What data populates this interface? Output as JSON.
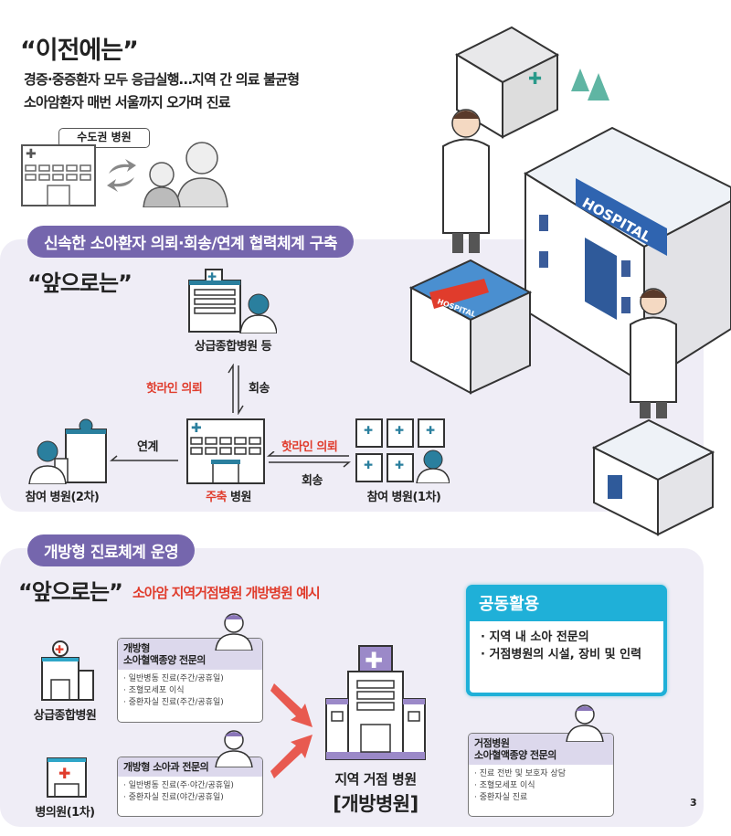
{
  "before": {
    "title": "“이전에는”",
    "line1": "경증·중증환자 모두 응급실행…지역 간 의료 불균형",
    "line2": "소아암환자 매번 서울까지 오가며 진료",
    "bubble": "수도권 병원"
  },
  "section1": {
    "pill": "신속한 소아환자 의뢰·회송/연계 협력체계 구축",
    "title": "“앞으로는”",
    "top_label": "상급종합병원 등",
    "hotline": "핫라인 의뢰",
    "return": "회송",
    "link": "연계",
    "left_label": "참여 병원(2차)",
    "center_label_red": "주축",
    "center_label_rest": " 병원",
    "right_label": "참여 병원(1차)",
    "hospital_sign": "HOSPITAL"
  },
  "section2": {
    "pill": "개방형 진료체계 운영",
    "title": "“앞으로는”",
    "subtitle": "소아암 지역거점병원 개방병원 예시",
    "left_top_label": "상급종합병원",
    "left_bottom_label": "병의원(1차)",
    "card1": {
      "title1": "개방형",
      "title2": "소아혈액종양 전문의",
      "items": [
        "일반병동 진료(주간/공휴일)",
        "조혈모세포 이식",
        "중환자실 진료(주간/공휴일)"
      ]
    },
    "card2": {
      "title1": "개방형 소아과 전문의",
      "items": [
        "일반병동 진료(주·야간/공휴일)",
        "중환자실 진료(야간/공휴일)"
      ]
    },
    "center_label1": "지역 거점 병원",
    "center_label2": "[개방병원]",
    "share": {
      "title": "공동활용",
      "items": [
        "지역 내 소아 전문의",
        "거점병원의 시설, 장비 및 인력"
      ]
    },
    "card3": {
      "title1": "거점병원",
      "title2": "소아혈액종양 전문의",
      "items": [
        "진료 전반 및 보호자 상담",
        "조혈모세포 이식",
        "중환자실 진료"
      ]
    }
  },
  "page_number": "3",
  "colors": {
    "purple": "#7566ad",
    "red": "#e03c2c",
    "cyan": "#1fb0d8",
    "lavender": "#efedf6"
  }
}
